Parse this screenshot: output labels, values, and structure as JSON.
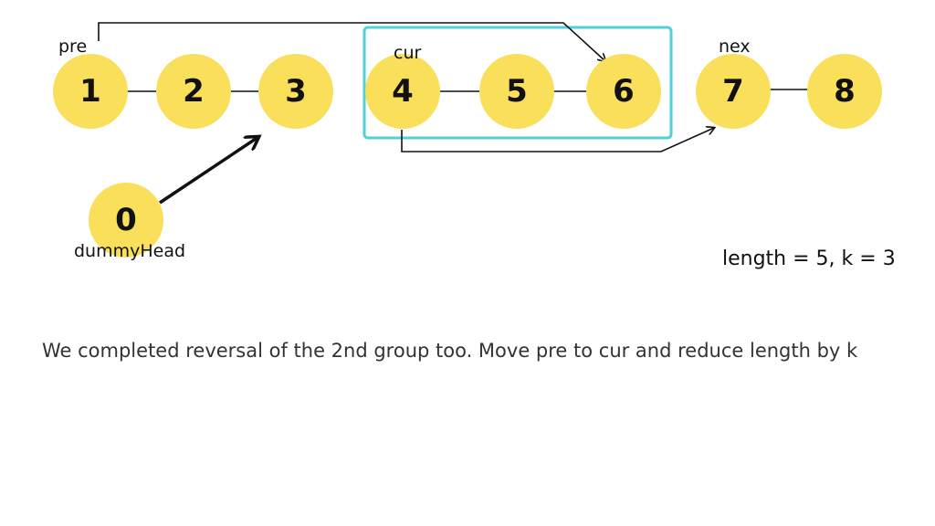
{
  "colors": {
    "node_fill": "#f9df5a",
    "highlight_border": "#4fd1dc",
    "arrow": "#111111",
    "text": "#111111"
  },
  "nodes": [
    "1",
    "2",
    "3",
    "4",
    "5",
    "6",
    "7",
    "8",
    "0"
  ],
  "pointers": {
    "pre": "pre",
    "cur": "cur",
    "nex": "nex",
    "dummy": "dummyHead"
  },
  "info": "length = 5, k = 3",
  "caption": "We completed reversal of the 2nd group too. Move pre to cur and reduce length by k"
}
